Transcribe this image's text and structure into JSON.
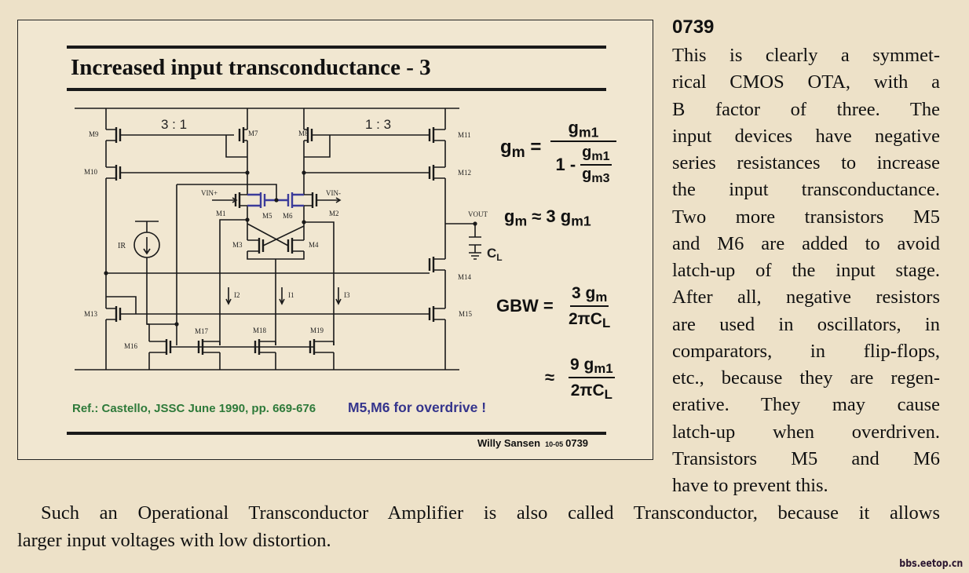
{
  "slide": {
    "title": "Increased input transconductance - 3",
    "ratio_left": "3 : 1",
    "ratio_right": "1 : 3",
    "transistors": [
      "M1",
      "M2",
      "M3",
      "M4",
      "M5",
      "M6",
      "M7",
      "M8",
      "M9",
      "M10",
      "M11",
      "M12",
      "M13",
      "M14",
      "M15",
      "M16",
      "M17",
      "M18",
      "M19"
    ],
    "labels": {
      "vin_plus": "VIN+",
      "vin_minus": "VIN-",
      "vout": "VOUT",
      "ir": "IR",
      "i1": "I1",
      "i2": "I2",
      "i3": "I3",
      "cl": "C",
      "cl_sub": "L"
    },
    "formulas": {
      "gm_lhs": "g",
      "gm_lhs_sub": "m",
      "eq": "=",
      "gm_num": "g",
      "gm_num_sub": "m1",
      "gm_den_prefix": "1 -",
      "gm_inner_num": "g",
      "gm_inner_num_sub": "m1",
      "gm_inner_den": "g",
      "gm_inner_den_sub": "m3",
      "approx_lhs": "g",
      "approx_lhs_sub": "m",
      "approx_rhs": "≈ 3 g",
      "approx_rhs_sub": "m1",
      "gbw_lhs": "GBW =",
      "gbw_num": "3 g",
      "gbw_num_sub": "m",
      "gbw_den": "2πC",
      "gbw_den_sub": "L",
      "approx_sym": "≈",
      "gbw2_num": "9 g",
      "gbw2_num_sub": "m1",
      "gbw2_den": "2πC",
      "gbw2_den_sub": "L"
    },
    "reference": "Ref.: Castello, JSSC June 1990, pp. 669-676",
    "note": "M5,M6 for overdrive !",
    "author": "Willy Sansen",
    "date": "10-05",
    "slide_number": "0739",
    "colors": {
      "reference": "#2e7a3a",
      "note": "#34348c",
      "highlight": "#3b3b9a"
    }
  },
  "figure_number": "0739",
  "side_text": [
    "This is clearly a symmet-",
    "rical CMOS OTA, with a",
    "B factor of three. The",
    "input devices have negative",
    "series resistances to increase",
    "the input transconductance.",
    "Two more transistors M5",
    "and M6 are added to avoid",
    "latch-up of the input stage.",
    "After all, negative resistors",
    "are used in oscillators, in",
    "comparators, in flip-flops,",
    "etc., because they are regen-",
    "erative. They may cause",
    "latch-up when overdriven.",
    "Transistors M5 and M6",
    "have to prevent this."
  ],
  "bottom_text": [
    "Such an Operational Transconductor Amplifier is also called Transconductor, because it allows",
    "larger input voltages with low distortion."
  ],
  "watermark": "bbs.eetop.cn"
}
